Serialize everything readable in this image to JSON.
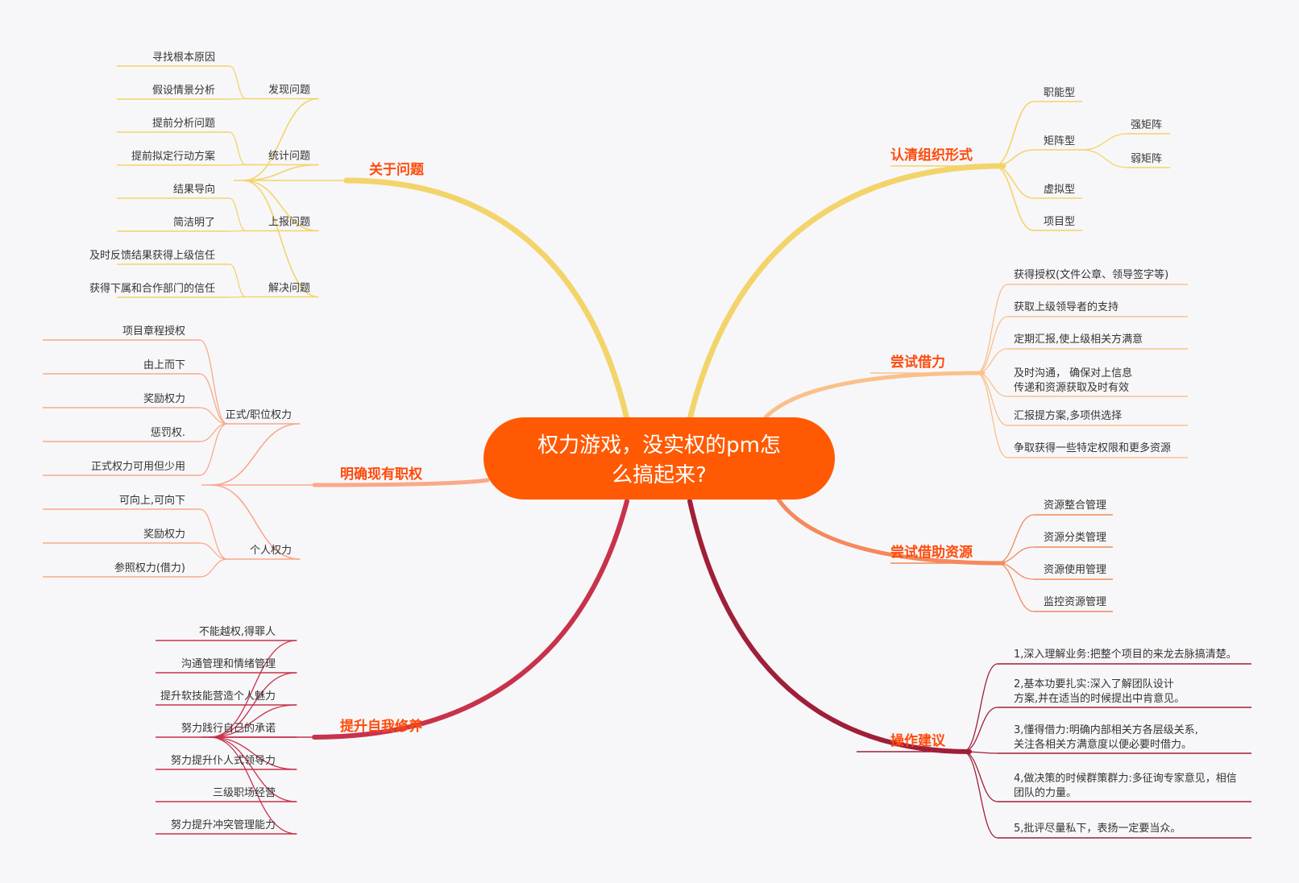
{
  "center": {
    "lines": [
      "权力游戏，没实权的pm怎",
      "么搞起来?"
    ],
    "color": "#ff5a03"
  },
  "branches": [
    {
      "id": "about-problems",
      "label": "关于问题",
      "side": "left",
      "color": "#f3d46a",
      "children": [
        {
          "label": "发现问题",
          "children": [
            "寻找根本原因",
            "假设情景分析"
          ]
        },
        {
          "label": "统计问题",
          "children": [
            "提前分析问题",
            "提前拟定行动方案"
          ]
        },
        {
          "label": "上报问题",
          "children": [
            "结果导向",
            "简洁明了"
          ]
        },
        {
          "label": "解决问题",
          "children": [
            "及时反馈结果获得上级信任",
            "获得下属和合作部门的信任"
          ]
        }
      ]
    },
    {
      "id": "existing-power",
      "label": "明确现有职权",
      "side": "left",
      "color": "#f9a98a",
      "children": [
        {
          "label": "正式/职位权力",
          "children": [
            "项目章程授权",
            "由上而下",
            "奖励权力",
            "惩罚权.",
            "正式权力可用但少用"
          ]
        },
        {
          "label": "个人权力",
          "children": [
            "可向上,可向下",
            "奖励权力",
            "参照权力(借力)"
          ]
        }
      ]
    },
    {
      "id": "self-improve",
      "label": "提升自我修养",
      "side": "left",
      "color": "#c8324b",
      "children": [
        "不能越权,得罪人",
        "沟通管理和情绪管理",
        "提升软技能营造个人魅力",
        "努力践行自己的承诺",
        "努力提升仆人式领导力",
        "三级职场经营",
        "努力提升冲突管理能力"
      ]
    },
    {
      "id": "org-form",
      "label": "认清组织形式",
      "side": "right",
      "color": "#f3d46a",
      "children": [
        {
          "label": "职能型",
          "children": []
        },
        {
          "label": "矩阵型",
          "children": [
            "强矩阵",
            "弱矩阵"
          ]
        },
        {
          "label": "虚拟型",
          "children": []
        },
        {
          "label": "项目型",
          "children": []
        }
      ]
    },
    {
      "id": "borrow-power",
      "label": "尝试借力",
      "side": "right",
      "color": "#fbc08a",
      "children": [
        "获得授权(文件公章、领导签字等)",
        "获取上级领导者的支持",
        "定期汇报,使上级相关方满意",
        "及时沟通，  确保对上信息\n传递和资源获取及时有效",
        "汇报提方案,多项供选择",
        "争取获得一些特定权限和更多资源"
      ]
    },
    {
      "id": "borrow-resources",
      "label": "尝试借助资源",
      "side": "right",
      "color": "#f5895c",
      "children": [
        "资源整合管理",
        "资源分类管理",
        "资源使用管理",
        "监控资源管理"
      ]
    },
    {
      "id": "advice",
      "label": "操作建议",
      "side": "right",
      "color": "#a01f38",
      "children": [
        "1,深入理解业务:把整个项目的来龙去脉搞清楚。",
        "2,基本功要扎实:深入了解团队设计\n方案,并在适当的时候提出中肯意见。",
        "3,懂得借力:明确内部相关方各层级关系,\n关注各相关方满意度以便必要时借力。",
        "4,做决策的时候群策群力:多征询专家意见，相信\n团队的力量。",
        "5,批评尽量私下，表扬一定要当众。"
      ]
    }
  ]
}
